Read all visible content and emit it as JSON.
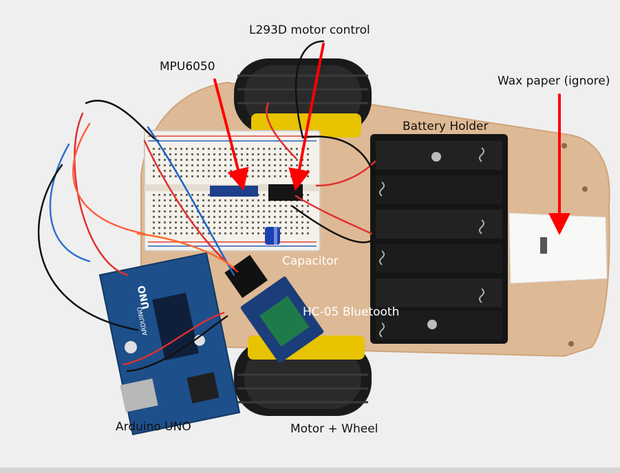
{
  "labels": {
    "l293d": "L293D motor control",
    "mpu6050": "MPU6050",
    "wax_paper": "Wax paper (ignore)",
    "battery_holder": "Battery Holder",
    "capacitor": "Capacitor",
    "hc05": "HC-05 Bluetooth",
    "arduino": "Arduino UNO",
    "motor_wheel": "Motor + Wheel"
  },
  "pcb_text": {
    "uno": "UNO",
    "arduino": "ARDUINO"
  },
  "colors": {
    "arrow": "#ff0000",
    "chassis": "#d9a877",
    "arduino_board": "#1d4f8a",
    "tire": "#1a1a1a",
    "rim": "#e8c300"
  }
}
